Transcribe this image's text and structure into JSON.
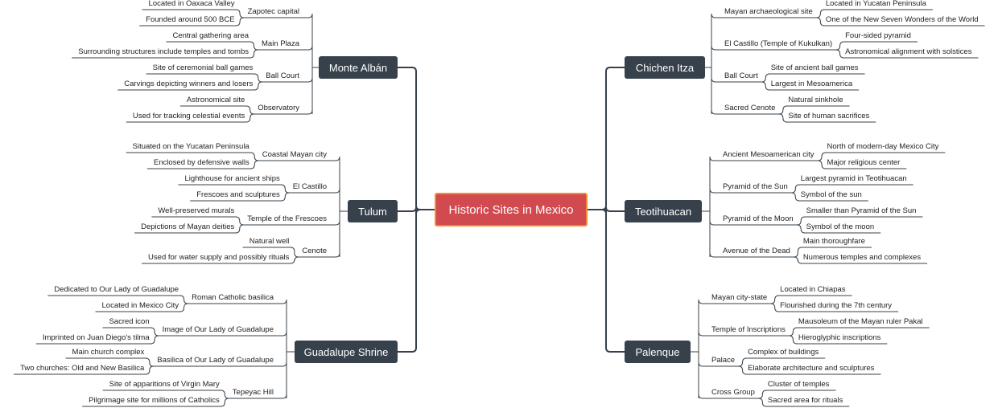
{
  "root": "Historic Sites in Mexico",
  "left": [
    {
      "label": "Monte Albán",
      "children": [
        {
          "label": "Zapotec capital",
          "children": [
            "Located in Oaxaca Valley",
            "Founded around 500 BCE"
          ]
        },
        {
          "label": "Main Plaza",
          "children": [
            "Central gathering area",
            "Surrounding structures include temples and tombs"
          ]
        },
        {
          "label": "Ball Court",
          "children": [
            "Site of ceremonial ball games",
            "Carvings depicting winners and losers"
          ]
        },
        {
          "label": "Observatory",
          "children": [
            "Astronomical site",
            "Used for tracking celestial events"
          ]
        }
      ]
    },
    {
      "label": "Tulum",
      "children": [
        {
          "label": "Coastal Mayan city",
          "children": [
            "Situated on the Yucatan Peninsula",
            "Enclosed by defensive walls"
          ]
        },
        {
          "label": "El Castillo",
          "children": [
            "Lighthouse for ancient ships",
            "Frescoes and sculptures"
          ]
        },
        {
          "label": "Temple of the Frescoes",
          "children": [
            "Well-preserved murals",
            "Depictions of Mayan deities"
          ]
        },
        {
          "label": "Cenote",
          "children": [
            "Natural well",
            "Used for water supply and possibly rituals"
          ]
        }
      ]
    },
    {
      "label": "Guadalupe Shrine",
      "children": [
        {
          "label": "Roman Catholic basilica",
          "children": [
            "Dedicated to Our Lady of Guadalupe",
            "Located in Mexico City"
          ]
        },
        {
          "label": "Image of Our Lady of Guadalupe",
          "children": [
            "Sacred icon",
            "Imprinted on Juan Diego's tilma"
          ]
        },
        {
          "label": "Basilica of Our Lady of Guadalupe",
          "children": [
            "Main church complex",
            "Two churches: Old and New Basilica"
          ]
        },
        {
          "label": "Tepeyac Hill",
          "children": [
            "Site of apparitions of Virgin Mary",
            "Pilgrimage site for millions of Catholics"
          ]
        }
      ]
    }
  ],
  "right": [
    {
      "label": "Chichen Itza",
      "children": [
        {
          "label": "Mayan archaeological site",
          "children": [
            "Located in Yucatan Peninsula",
            "One of the New Seven Wonders of the World"
          ]
        },
        {
          "label": "El Castillo (Temple of Kukulkan)",
          "children": [
            "Four-sided pyramid",
            "Astronomical alignment with solstices"
          ]
        },
        {
          "label": "Ball Court",
          "children": [
            "Site of ancient ball games",
            "Largest in Mesoamerica"
          ]
        },
        {
          "label": "Sacred Cenote",
          "children": [
            "Natural sinkhole",
            "Site of human sacrifices"
          ]
        }
      ]
    },
    {
      "label": "Teotihuacan",
      "children": [
        {
          "label": "Ancient Mesoamerican city",
          "children": [
            "North of modern-day Mexico City",
            "Major religious center"
          ]
        },
        {
          "label": "Pyramid of the Sun",
          "children": [
            "Largest pyramid in Teotihuacan",
            "Symbol of the sun"
          ]
        },
        {
          "label": "Pyramid of the Moon",
          "children": [
            "Smaller than Pyramid of the Sun",
            "Symbol of the moon"
          ]
        },
        {
          "label": "Avenue of the Dead",
          "children": [
            "Main thoroughfare",
            "Numerous temples and complexes"
          ]
        }
      ]
    },
    {
      "label": "Palenque",
      "children": [
        {
          "label": "Mayan city-state",
          "children": [
            "Located in Chiapas",
            "Flourished during the 7th century"
          ]
        },
        {
          "label": "Temple of Inscriptions",
          "children": [
            "Mausoleum of the Mayan ruler Pakal",
            "Hieroglyphic inscriptions"
          ]
        },
        {
          "label": "Palace",
          "children": [
            "Complex of buildings",
            "Elaborate architecture and sculptures"
          ]
        },
        {
          "label": "Cross Group",
          "children": [
            "Cluster of temples",
            "Sacred area for rituals"
          ]
        }
      ]
    }
  ],
  "colors": {
    "root_fill": "#d04a4f",
    "root_border": "#f28c32",
    "main_fill": "#37414b",
    "line": "#37414b",
    "text": "#222222"
  }
}
